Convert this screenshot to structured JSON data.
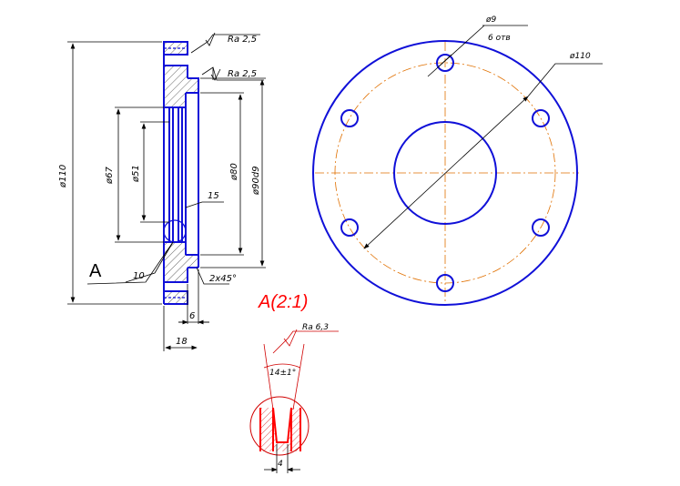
{
  "drawing": {
    "colors": {
      "contour": "#1010d8",
      "centerline": "#e07000",
      "dimension": "#000000",
      "detail": "#ff0000",
      "hatch": "#555555"
    },
    "section_view": {
      "roughness_1": "Ra 2,5",
      "roughness_2": "Ra 2,5",
      "dia_outer": "ø110",
      "dia_67": "ø67",
      "dia_51": "ø51",
      "dia_80": "ø80",
      "dia_90": "ø90d9",
      "dim_15": "15",
      "dim_10": "10",
      "chamfer": "2x45°",
      "dim_6": "6",
      "dim_18": "18",
      "view_letter": "A"
    },
    "front_view": {
      "hole_dia": "ø9",
      "hole_count": "6 отв",
      "outer_dia": "ø110",
      "hole_count_number": 6
    },
    "detail_view": {
      "title": "A(2:1)",
      "roughness": "Ra 6,3",
      "angle": "14±1°",
      "width": "4"
    }
  }
}
